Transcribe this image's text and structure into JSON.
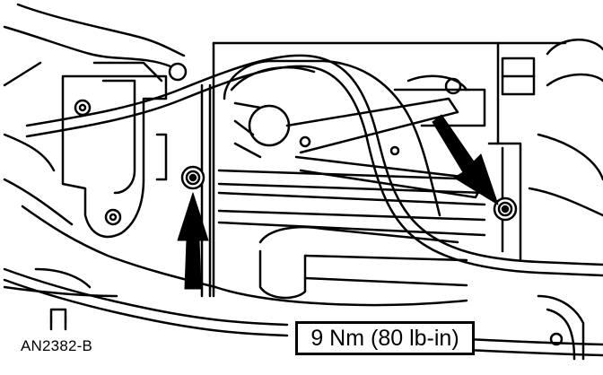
{
  "figure": {
    "id_label": "AN2382-B",
    "torque_spec": "9 Nm (80 lb-in)"
  },
  "callouts": [
    {
      "name": "arrow-to-left-fastener",
      "direction": "up"
    },
    {
      "name": "arrow-to-right-fastener",
      "direction": "down-right"
    }
  ],
  "colors": {
    "ink": "#000000",
    "paper": "#ffffff"
  }
}
